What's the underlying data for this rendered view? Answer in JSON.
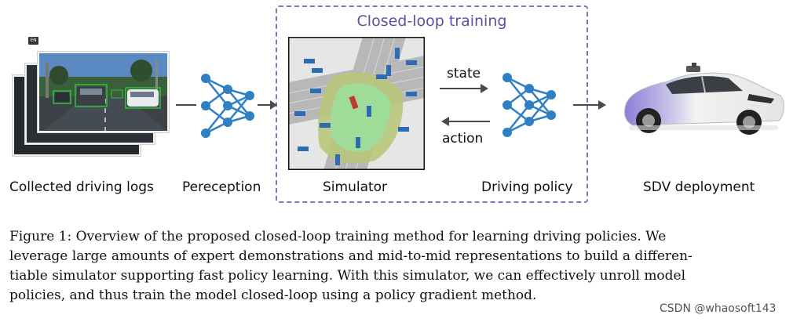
{
  "loop": {
    "title": "Closed-loop training"
  },
  "labels": {
    "logs": "Collected driving logs",
    "perception": "Pereception",
    "simulator": "Simulator",
    "policy": "Driving policy",
    "sdv": "SDV deployment",
    "state": "state",
    "action": "action"
  },
  "badge": "EN",
  "caption": {
    "lines": [
      "Figure 1: Overview of the proposed closed-loop training method for learning driving policies. We",
      "leverage large amounts of expert demonstrations and mid-to-mid representations to build a differen-",
      "tiable simulator supporting fast policy learning. With this simulator, we can effectively unroll model",
      "policies, and thus train the model closed-loop using a policy gradient method."
    ]
  },
  "watermark": "CSDN @whaosoft143",
  "colors": {
    "network": "#2f7fc4",
    "arrow": "#4a4a4a",
    "loop_border": "#7d73bf",
    "loop_title": "#5a4fa8",
    "sim_road": "#b8b8b8",
    "sim_bg": "#e6e6e6",
    "sim_agent": "#2b6cb5",
    "sim_ego": "#c0392b",
    "sim_route": "#b8c77a",
    "sim_goal": "#9fdc9a"
  }
}
